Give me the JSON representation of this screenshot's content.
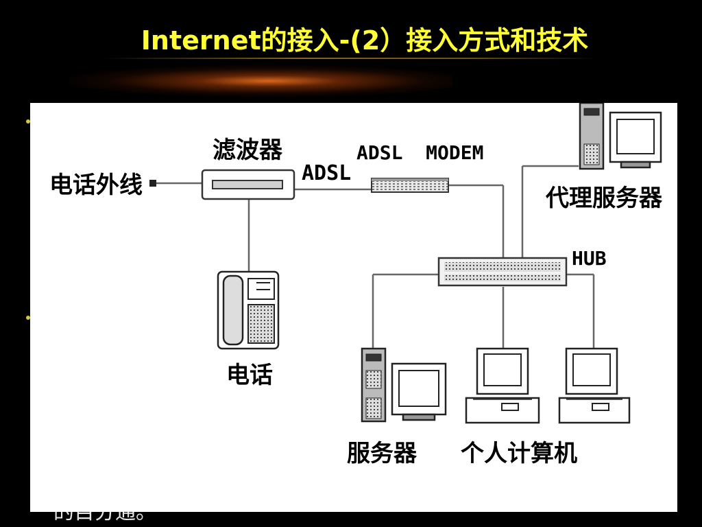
{
  "slide": {
    "title": "Internet的接入-(2）接入方式和技术",
    "bottom_text": "的目分通。"
  },
  "diagram": {
    "labels": {
      "phone_line": "电话外线",
      "filter": "滤波器",
      "adsl": "ADSL",
      "modem": "ADSL  MODEM",
      "proxy_server": "代理服务器",
      "hub": "HUB",
      "telephone": "电话",
      "server": "服务器",
      "personal_computer": "个人计算机"
    }
  },
  "colors": {
    "title": "#ffff33",
    "background": "#000000",
    "panel": "#ffffff",
    "bullet": "#d8c640"
  }
}
